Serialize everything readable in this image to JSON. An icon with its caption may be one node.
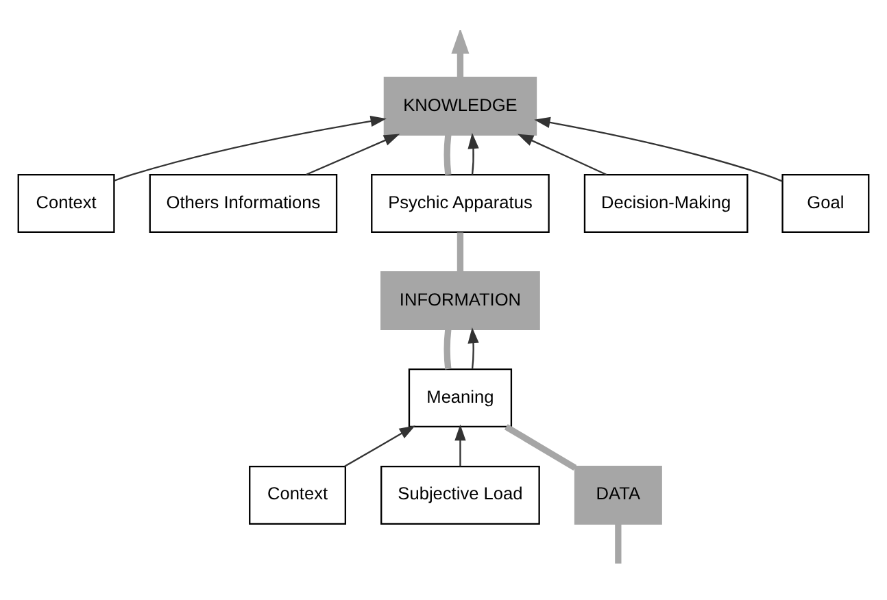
{
  "diagram": {
    "nodes": [
      {
        "text": [
          "Context"
        ]
      },
      {
        "text": [
          "KNOWLEDGE"
        ]
      },
      {
        "text": [
          "Others Informations"
        ]
      },
      {
        "text": [
          "Psychic Apparatus"
        ]
      },
      {
        "text": [
          "Decision-Making"
        ]
      },
      {
        "text": [
          "Goal"
        ]
      },
      {
        "text": [
          "INFORMATION"
        ]
      },
      {
        "text": [
          "Meaning"
        ]
      },
      {
        "text": [
          "Context"
        ]
      },
      {
        "text": [
          "Subjective Load"
        ]
      },
      {
        "text": [
          "DATA"
        ]
      }
    ],
    "edges": [
      {
        "from": null,
        "to": 10,
        "arrow": "none",
        "style": "thick",
        "color": "#a6a6a6"
      },
      {
        "from": 10,
        "to": 7,
        "arrow": "none",
        "style": "thick",
        "color": "#a6a6a6"
      },
      {
        "from": 7,
        "to": 6,
        "arrow": "none",
        "style": "thick",
        "color": "#a6a6a6"
      },
      {
        "from": 6,
        "to": 3,
        "arrow": "none",
        "style": "thick",
        "color": "#a6a6a6"
      },
      {
        "from": 3,
        "to": 1,
        "arrow": "none",
        "style": "thick",
        "color": "#a6a6a6"
      },
      {
        "from": 1,
        "to": null,
        "arrow": "to",
        "style": "thick",
        "color": "#a6a6a6"
      },
      {
        "from": 8,
        "to": 7,
        "arrow": "to"
      },
      {
        "from": 9,
        "to": 7,
        "arrow": "to"
      },
      {
        "from": 7,
        "to": 6,
        "arrow": "to"
      },
      {
        "from": 0,
        "to": 1,
        "arrow": "to"
      },
      {
        "from": 2,
        "to": 1,
        "arrow": "to"
      },
      {
        "from": 3,
        "to": 1,
        "arrow": "to"
      },
      {
        "from": 5,
        "to": 1,
        "arrow": "to"
      },
      {
        "from": 4,
        "to": 1,
        "arrow": "to"
      }
    ]
  }
}
